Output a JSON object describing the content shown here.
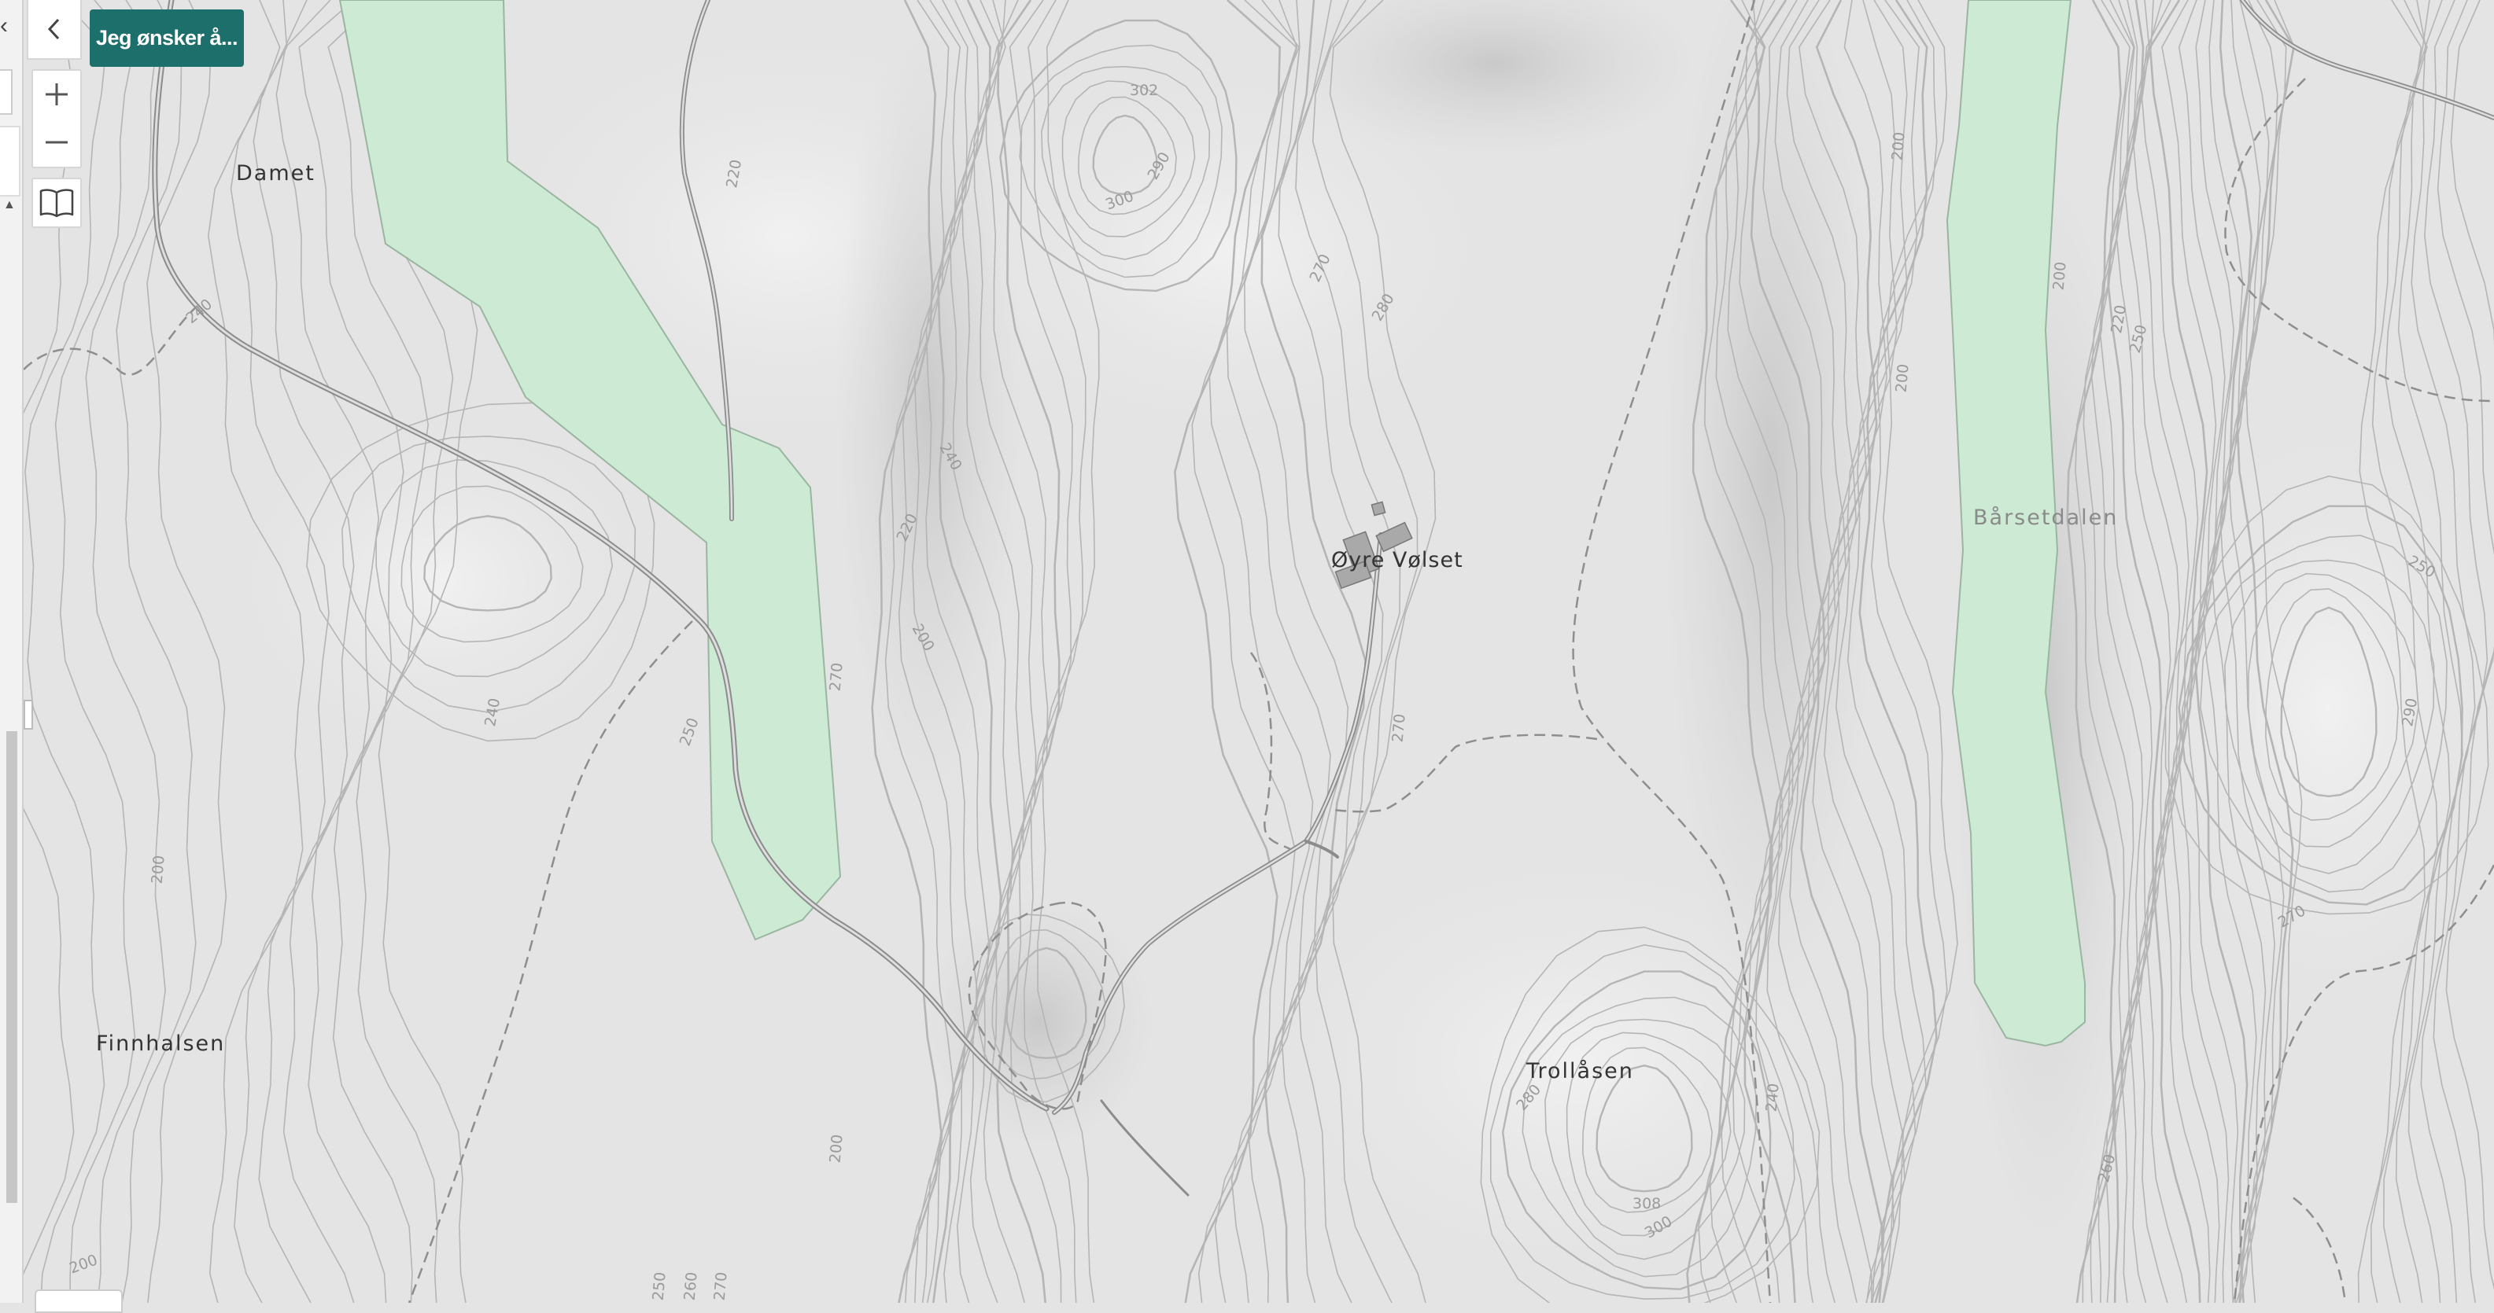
{
  "map": {
    "place_names": {
      "damet": "Damet",
      "finnhalsen": "Finnhalsen",
      "ovre_volset": "Øyre Vølset",
      "barsetdalen": "Bårsetdalen",
      "trollasen": "Trollåsen"
    },
    "elevations": {
      "e302": "302",
      "e308": "308",
      "contour_200": "200",
      "contour_220": "220",
      "contour_240": "240",
      "contour_250": "250",
      "contour_260": "260",
      "contour_270": "270",
      "contour_280": "280",
      "contour_290": "290",
      "contour_300": "300"
    },
    "colors": {
      "terrain": "#e4e4e4",
      "protected_area": "#cdebd4",
      "protected_area_border": "#9ab5a0",
      "contour": "#b5b5b5",
      "road": "#9a9a9a",
      "boundary": "#8e8e8e",
      "building": "#a9a9a9"
    }
  },
  "controls": {
    "menu_button_label": "Jeg ønsker å...",
    "back_icon": "chevron-left-icon",
    "zoom_in_icon": "plus-icon",
    "zoom_out_icon": "minus-icon",
    "legend_icon": "book-icon",
    "accent_color": "#1d6f6b"
  },
  "panel": {
    "close_glyph": "‹",
    "scroll_up_glyph": "▲"
  }
}
